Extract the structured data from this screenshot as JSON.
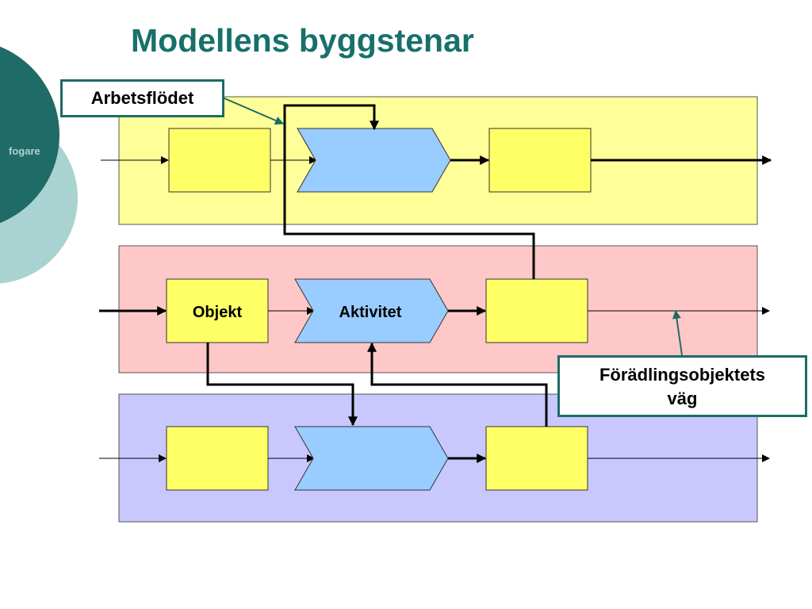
{
  "slide": {
    "title": "Modellens byggstenar",
    "brand": "fogare"
  },
  "diagram": {
    "row_colors": {
      "top": "#ffff99",
      "middle": "#ffc8c8",
      "bottom": "#c8c8ff"
    },
    "node_colors": {
      "object": "#ffff66",
      "activity": "#99ccff"
    },
    "labels": {
      "object": "Objekt",
      "activity": "Aktivitet"
    },
    "callouts": {
      "workflow": "Arbetsflödet",
      "refinement_path_line1": "Förädlingsobjektets",
      "refinement_path_line2": "väg"
    },
    "accent_color": "#1d6b66"
  }
}
